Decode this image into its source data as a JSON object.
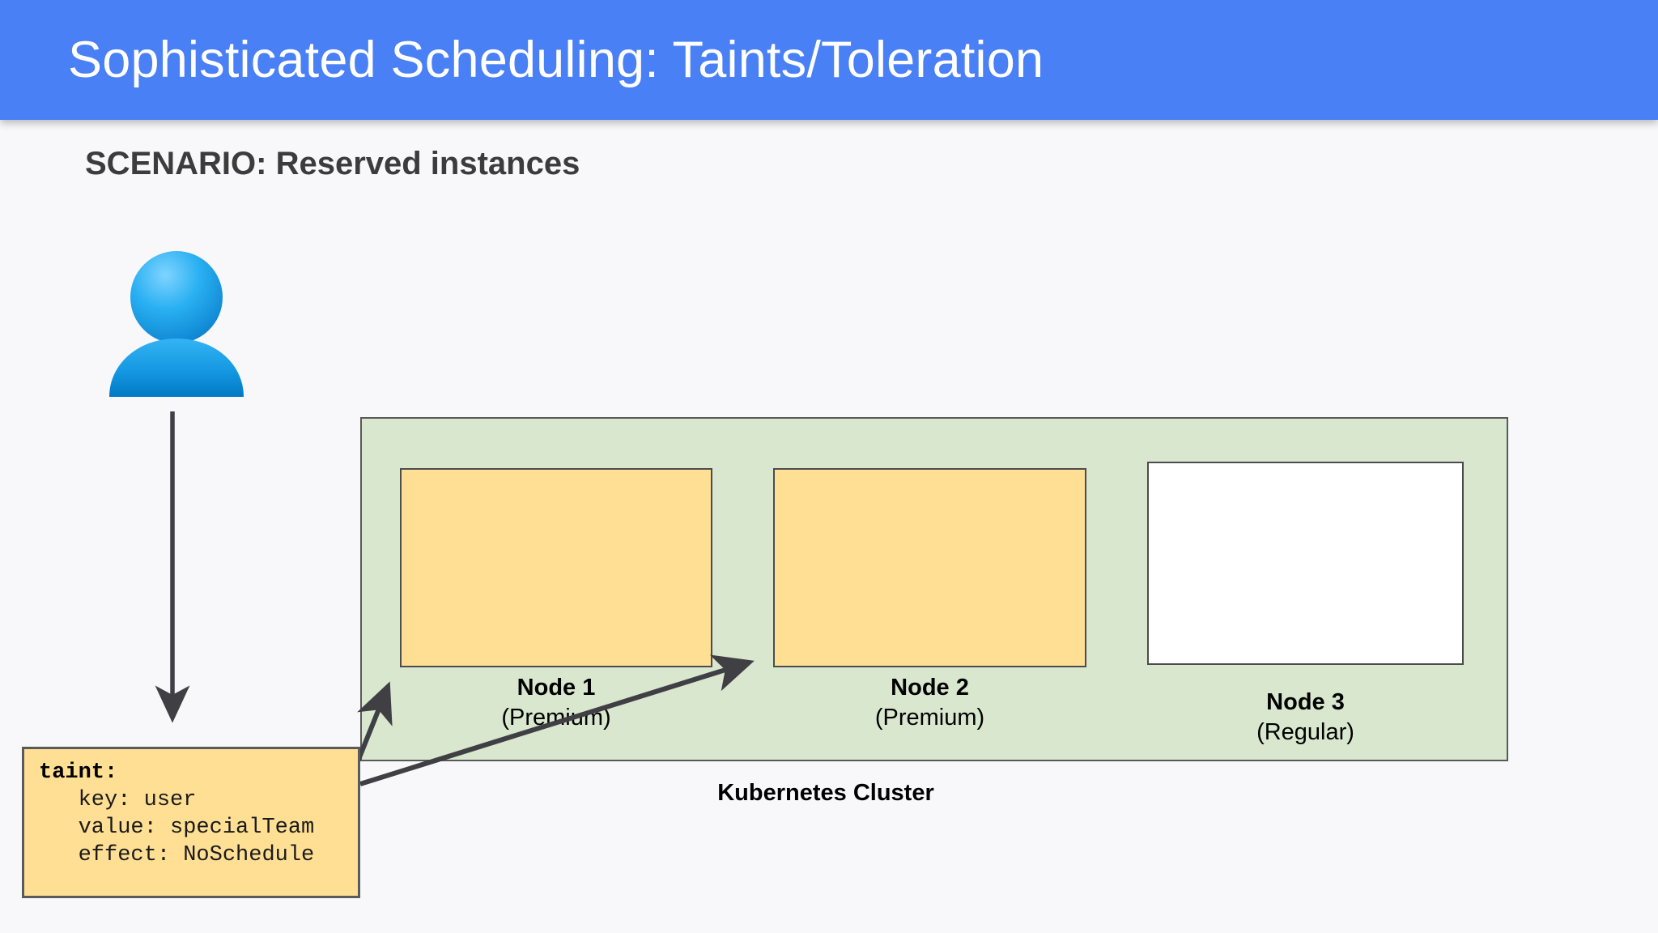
{
  "header": {
    "title": "Sophisticated Scheduling: Taints/Toleration",
    "background_color": "#4a80f5",
    "text_color": "#ffffff"
  },
  "scenario": {
    "heading": "SCENARIO: Reserved instances",
    "text_color": "#3c3c3c"
  },
  "actor": {
    "icon": "user-avatar-icon",
    "color_light": "#4fc3f7",
    "color_dark": "#0288d1"
  },
  "cluster": {
    "caption": "Kubernetes Cluster",
    "background_color": "#d9e7cf",
    "border_color": "#59595c",
    "nodes": [
      {
        "id": "node-1",
        "label": "Node 1",
        "sublabel": "(Premium)",
        "fill_color": "#ffdf94",
        "border_color": "#4c4c4f",
        "tainted": true
      },
      {
        "id": "node-2",
        "label": "Node 2",
        "sublabel": "(Premium)",
        "fill_color": "#ffdf94",
        "border_color": "#4c4c4f",
        "tainted": true
      },
      {
        "id": "node-3",
        "label": "Node 3",
        "sublabel": "(Regular)",
        "fill_color": "#ffffff",
        "border_color": "#4c4c4f",
        "tainted": false
      }
    ]
  },
  "taint_spec": {
    "title": "taint:",
    "lines": [
      "   key: user",
      "   value: specialTeam",
      "   effect: NoSchedule"
    ],
    "key_label": "key",
    "key_value": "user",
    "value_label": "value",
    "value_value": "specialTeam",
    "effect_label": "effect",
    "effect_value": "NoSchedule",
    "fill_color": "#ffdf94",
    "border_color": "#5a5a5d"
  },
  "arrows": {
    "color": "#3f3f44",
    "items": [
      {
        "name": "arrow-user-to-taint",
        "from": "user-avatar",
        "to": "taint-box"
      },
      {
        "name": "arrow-taint-to-node-1",
        "from": "taint-box",
        "to": "node-1"
      },
      {
        "name": "arrow-taint-to-node-2",
        "from": "taint-box",
        "to": "node-2"
      }
    ]
  },
  "canvas": {
    "background_color": "#f8f7fa"
  }
}
